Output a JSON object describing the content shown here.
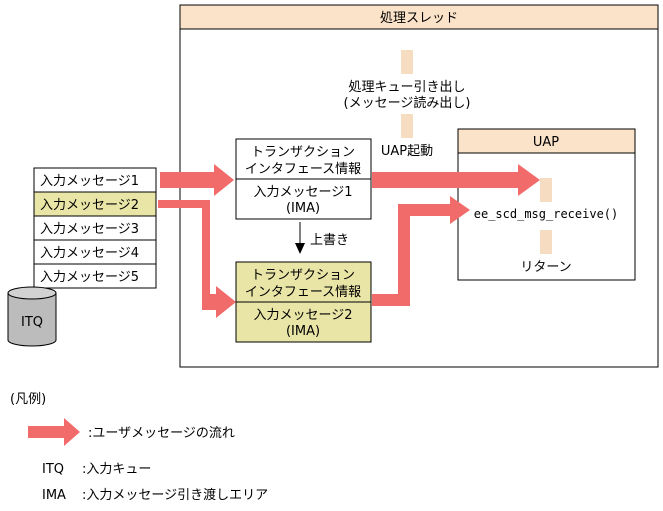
{
  "thread": {
    "title": "処理スレッド"
  },
  "queue_call": {
    "line1": "処理キュー引き出し",
    "line2": "(メッセージ読み出し)"
  },
  "uap_start": "UAP起動",
  "uap": {
    "title": "UAP",
    "function": "ee_scd_msg_receive()",
    "return_label": "リターン"
  },
  "tx_info_1": {
    "line1": "トランザクション",
    "line2": "インタフェース情報",
    "message": "入力メッセージ1",
    "ima": "(IMA)"
  },
  "tx_info_2": {
    "line1": "トランザクション",
    "line2": "インタフェース情報",
    "message": "入力メッセージ2",
    "ima": "(IMA)"
  },
  "overwrite": "上書き",
  "queue_messages": [
    "入力メッセージ1",
    "入力メッセージ2",
    "入力メッセージ3",
    "入力メッセージ4",
    "入力メッセージ5"
  ],
  "itq_label": "ITQ",
  "legend": {
    "title": "(凡例)",
    "arrow_desc": ":ユーザメッセージの流れ",
    "itq_key": "ITQ",
    "itq_desc": ":入力キュー",
    "ima_key": "IMA",
    "ima_desc": ":入力メッセージ引き渡しエリア"
  },
  "colors": {
    "flow_arrow": "#f26b6b",
    "highlight": "#e9e5a7",
    "thread_header": "#fbe3c9",
    "stub": "#f6dcc0",
    "cylinder": "#bcbcbc"
  }
}
